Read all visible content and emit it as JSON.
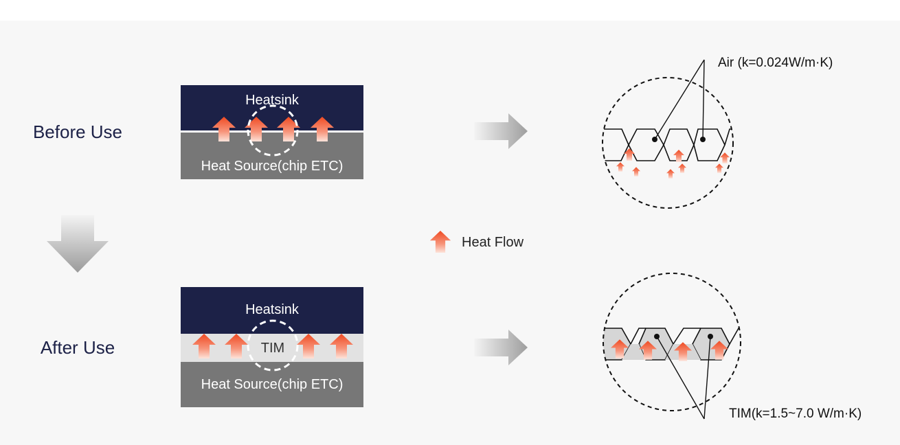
{
  "rows": {
    "before": {
      "label": "Before Use",
      "heatsink": "Heatsink",
      "source": "Heat Source(chip ETC)"
    },
    "after": {
      "label": "After Use",
      "heatsink": "Heatsink",
      "middle": "TIM",
      "source": "Heat Source(chip ETC)"
    }
  },
  "legend": {
    "label": "Heat Flow",
    "icon": "heat-flow-arrow-icon"
  },
  "callouts": {
    "air": "Air (k=0.024W/m·K)",
    "tim": "TIM(k=1.5~7.0 W/m·K)"
  },
  "colors": {
    "panel": "#f7f7f7",
    "heatsink": "#1c2147",
    "source": "#777777",
    "tim_layer": "#e2e2e2",
    "arrow_top": "#f0502a",
    "arrow_bottom": "#fbd7cb",
    "label_text": "#1c2147"
  }
}
